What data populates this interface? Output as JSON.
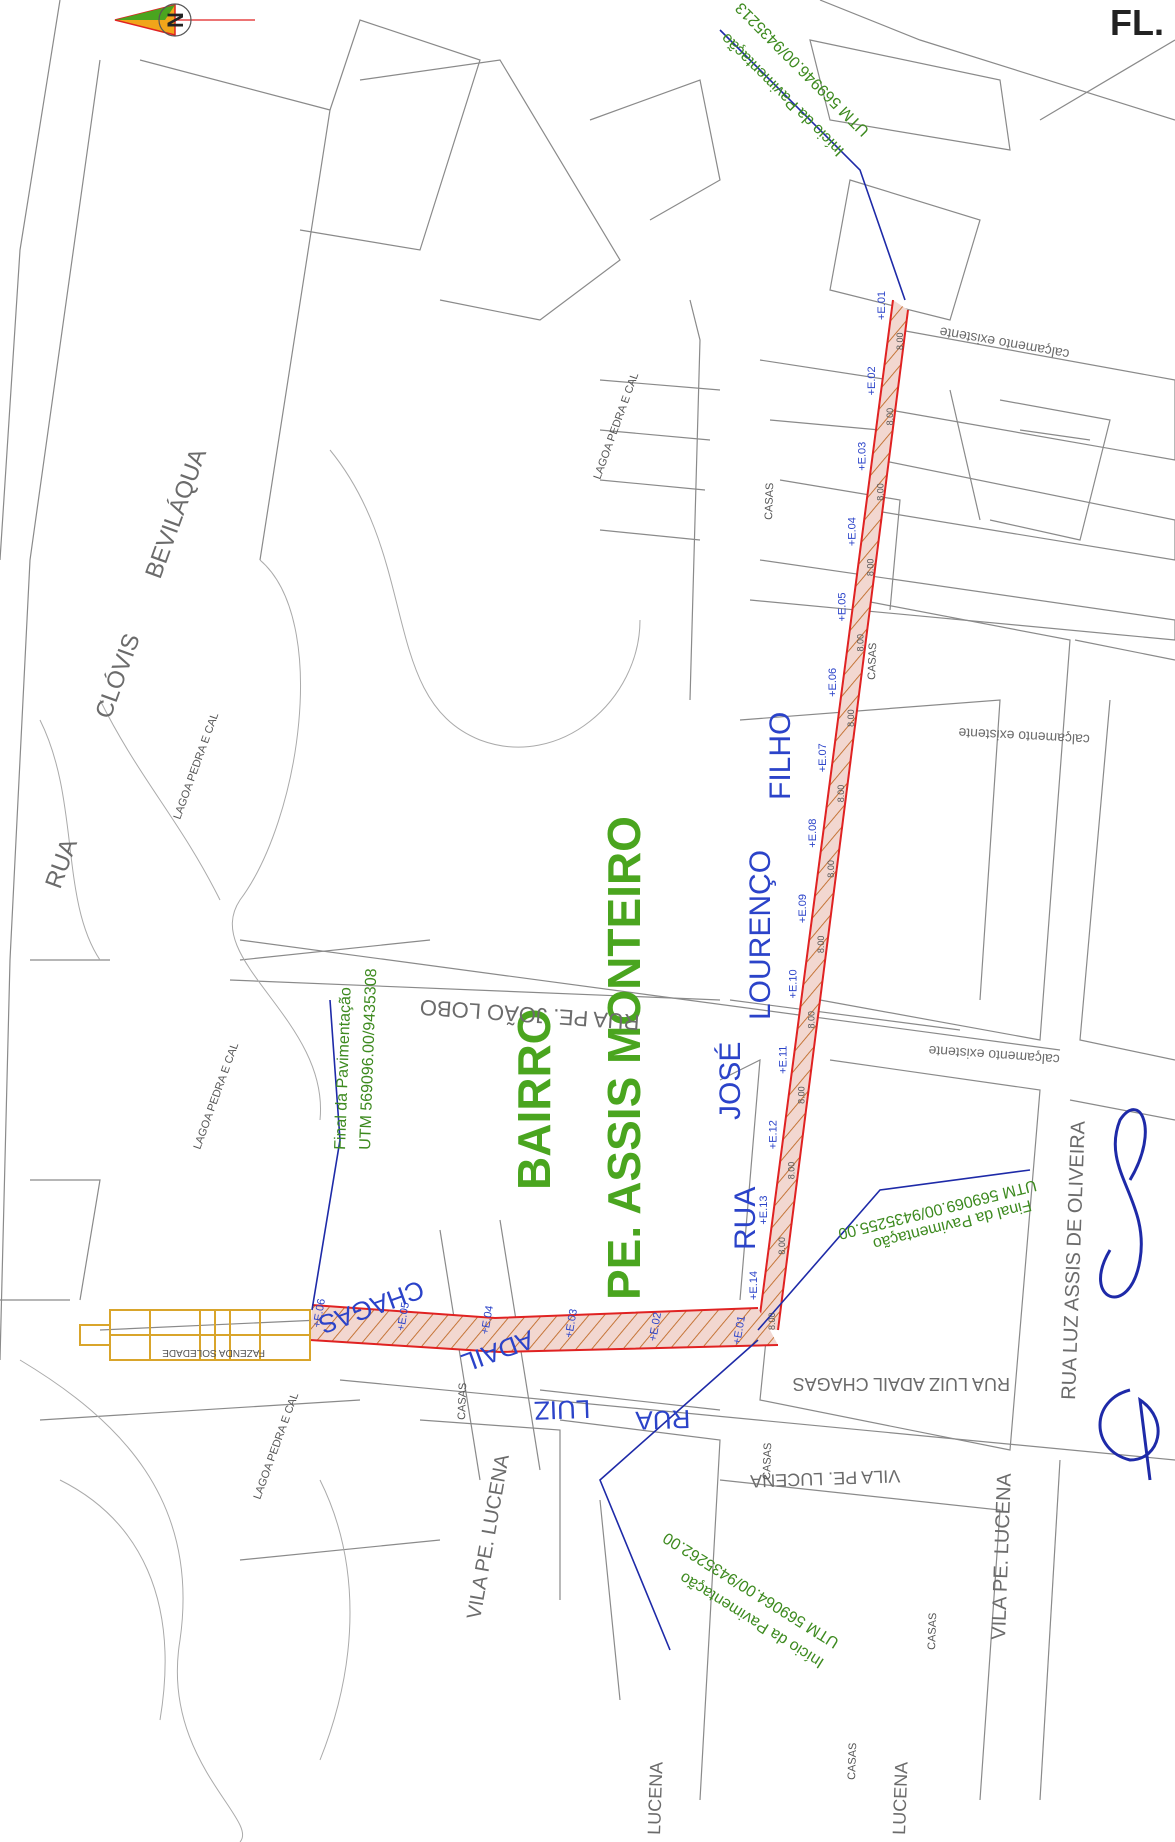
{
  "colors": {
    "road_fill": "#f2d7d0",
    "road_edge": "#e02222",
    "hatch": "#c06a28",
    "callout_line": "#1e2aa8",
    "street_text": "#2b43c9",
    "bairro_text": "#4aa51f",
    "utm_text": "#3d8a1f",
    "block_line": "#8a8a8a"
  },
  "page_number_prefix": "FL.",
  "bairro": {
    "line1": "BAIRRO",
    "line2": "PE. ASSIS MONTEIRO"
  },
  "streets": {
    "rua_jose_lourenco": {
      "part1": "RUA",
      "part2": "JOSÉ",
      "part3": "LOURENÇO",
      "part4": "FILHO"
    },
    "rua_luiz_adail_chagas": {
      "part1": "RUA",
      "part2": "LUIZ",
      "part3": "ADAIL",
      "part4": "CHAGAS"
    },
    "rua_clovis_bevilaqua": {
      "part1": "RUA",
      "part2": "CLÓVIS",
      "part3": "BEVILÁQUA"
    },
    "rua_pe_joao_lobo": "RUA PE. JOÃO LOBO",
    "rua_luz_assis_de_oliveira": "RUA LUZ ASSIS DE OLIVEIRA",
    "vila_pe_lucena_1": "VILA PE. LUCENA",
    "vila_pe_lucena_2": "VILA PE. LUCENA",
    "vila_pe_lucena_3": "VILA PE. LUCENA",
    "lucena_1": "LUCENA",
    "lucena_2": "LUCENA",
    "rua_luiz_adail_chagas_bottom": "RUA LUIZ ADAIL CHAGAS"
  },
  "callouts": {
    "inicio_top": {
      "label": "Início da Pavimentação",
      "utm": "UTM 569946.00/9435213"
    },
    "final_left": {
      "label": "Final da Pavimentação",
      "utm": "UTM 569096.00/9435308"
    },
    "final_mid": {
      "label": "Final da Pavimentação",
      "utm": "UTM 569069.00/9435255.00"
    },
    "inicio_bottom": {
      "label": "Início da Pavimentação",
      "utm": "UTM 569064.00/9435262.00"
    }
  },
  "area_labels": {
    "lagoa": "LAGOA PEDRA E CAL",
    "casas": "CASAS",
    "calcamento": "calçamento existente",
    "fazenda": "FAZENDA SOLEDADE"
  },
  "station_labels": [
    "E.01",
    "E.02",
    "E.03",
    "E.04",
    "E.05",
    "E.06",
    "E.07",
    "E.08",
    "E.09",
    "E.10",
    "E.11",
    "E.12",
    "E.13",
    "E.14"
  ],
  "branch_stations": [
    "E.01",
    "E.02",
    "E.03",
    "E.04",
    "E.05",
    "E.06"
  ],
  "width_label": "8.00",
  "north_label": "N"
}
